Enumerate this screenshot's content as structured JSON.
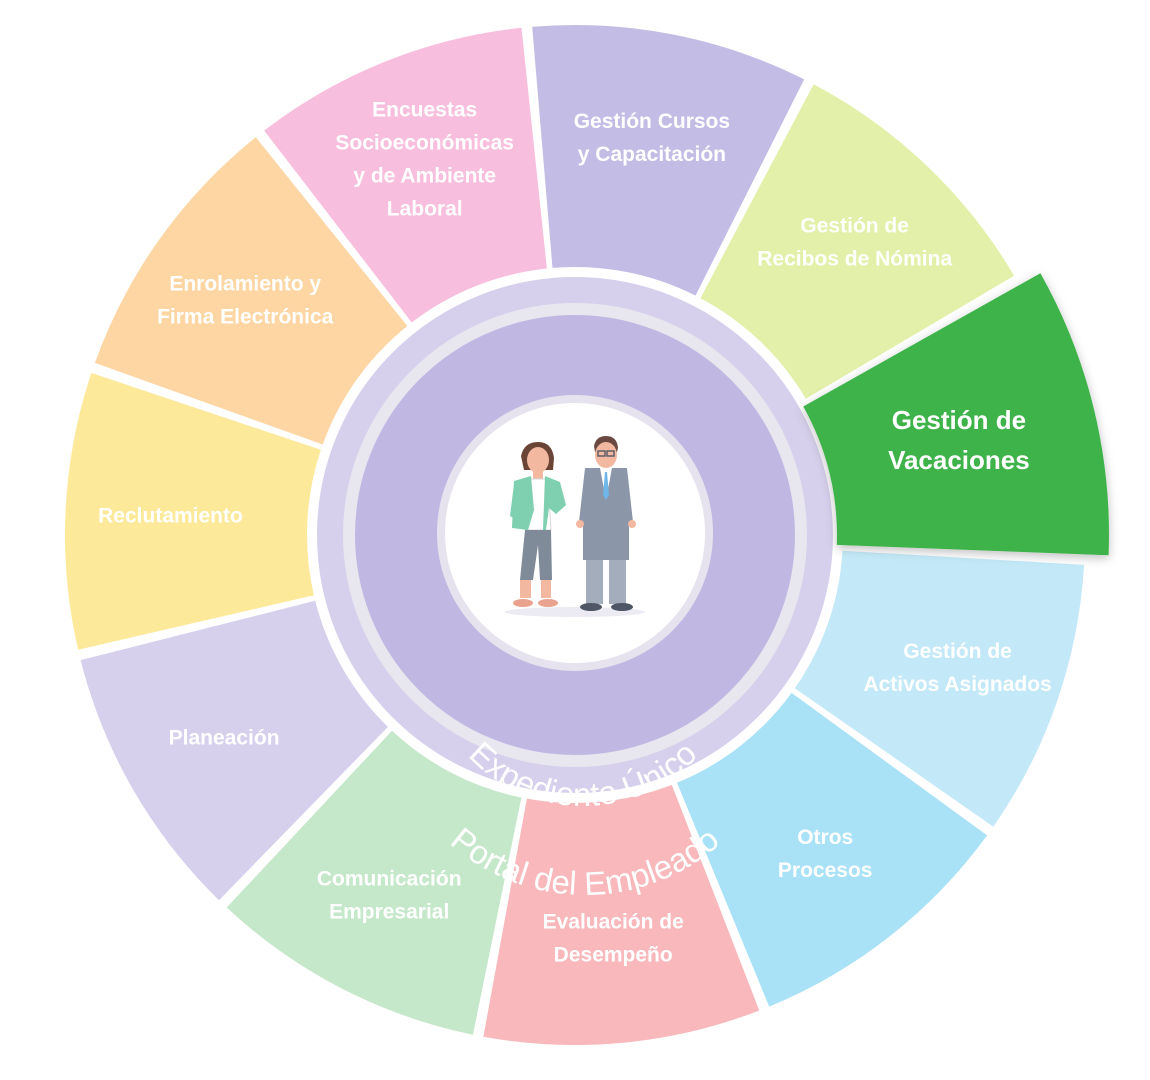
{
  "colors": {
    "outer_ring": "#d6d0ec",
    "inner_ring": "#c0b8e2",
    "center_circle": "#ffffff",
    "active_segment": "#3db34a"
  },
  "inner_rings": {
    "portal_label": "Portal del Empleado",
    "expediente_label": "Expediente Único"
  },
  "center": {
    "icon": "employees-icon"
  },
  "segments": [
    {
      "id": "reclutamiento",
      "lines": [
        "Reclutamiento"
      ],
      "color": "#fde99a",
      "active": false
    },
    {
      "id": "enrolamiento",
      "lines": [
        "Enrolamiento y",
        "Firma Electrónica"
      ],
      "color": "#fdd6a3",
      "active": false
    },
    {
      "id": "encuestas",
      "lines": [
        "Encuestas",
        "Socioeconómicas",
        "y de Ambiente",
        "Laboral"
      ],
      "color": "#f8bedd",
      "active": false
    },
    {
      "id": "cursos",
      "lines": [
        "Gestión Cursos",
        "y Capacitación"
      ],
      "color": "#c3bce5",
      "active": false
    },
    {
      "id": "recibos",
      "lines": [
        "Gestión de",
        "Recibos de Nómina"
      ],
      "color": "#e2f0a9",
      "active": false
    },
    {
      "id": "vacaciones",
      "lines": [
        "Gestión de",
        "Vacaciones"
      ],
      "color": "#3db34a",
      "active": true
    },
    {
      "id": "activos",
      "lines": [
        "Gestión de",
        "Activos Asignados"
      ],
      "color": "#c3e9f8",
      "active": false
    },
    {
      "id": "otros",
      "lines": [
        "Otros",
        "Procesos"
      ],
      "color": "#a9e2f6",
      "active": false
    },
    {
      "id": "evaluacion",
      "lines": [
        "Evaluación de",
        "Desempeño"
      ],
      "color": "#f8b8bc",
      "active": false
    },
    {
      "id": "comunicacion",
      "lines": [
        "Comunicación",
        "Empresarial"
      ],
      "color": "#c6e8ca",
      "active": false
    },
    {
      "id": "planeacion",
      "lines": [
        "Planeación"
      ],
      "color": "#d6d0ec",
      "active": false
    }
  ]
}
